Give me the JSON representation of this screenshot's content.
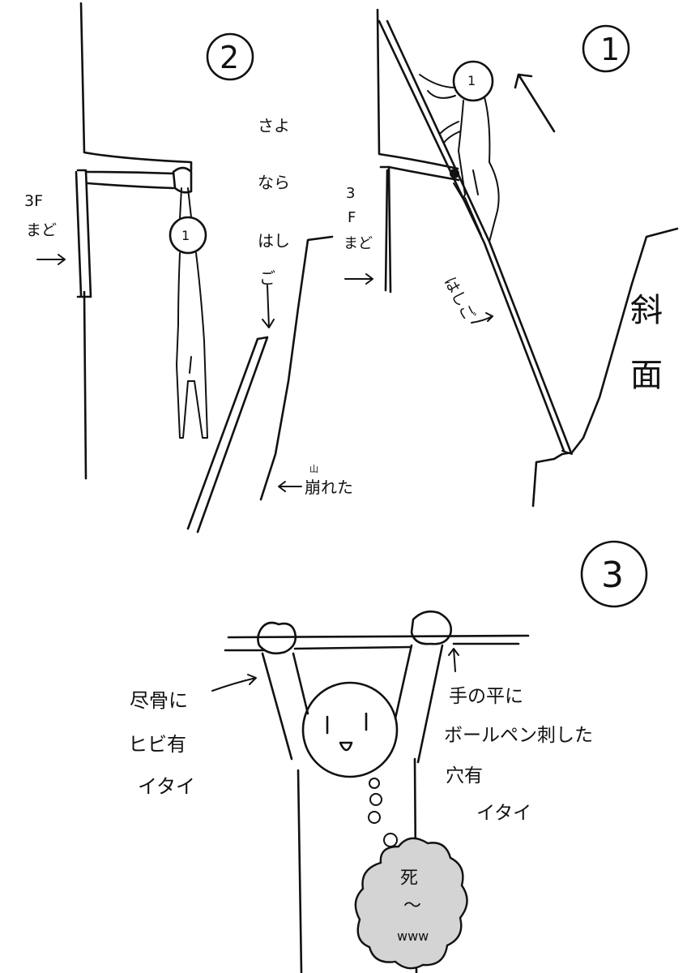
{
  "panels": {
    "panel_1": {
      "number": "1",
      "floor_label_line1": "3",
      "floor_label_line2": "F",
      "floor_label_line3": "まど",
      "ladder_label": "はしご",
      "slope_label_line1": "斜",
      "slope_label_line2": "面"
    },
    "panel_2": {
      "number": "2",
      "floor_label_line1": "3F",
      "floor_label_line2": "まど",
      "farewell_line1": "さよ",
      "farewell_line2": "なら",
      "farewell_line3": "はし",
      "farewell_line4": "ご",
      "collapse_label": "崩れた",
      "collapse_label_ruby": "山"
    },
    "panel_3": {
      "number": "3",
      "left_note_line1": "尽骨に",
      "left_note_line2": "ヒビ有",
      "left_note_line3": "イタイ",
      "right_note_line1": "手の平に",
      "right_note_line2": "ボールペン刺した",
      "right_note_line3": "穴有",
      "right_note_line4": "イタイ",
      "thought_line1": "死",
      "thought_line2": "〜",
      "thought_line3": "www"
    }
  },
  "colors": {
    "ink": "#111111",
    "paper": "#ffffff",
    "cloud": "#d4d4d4"
  }
}
